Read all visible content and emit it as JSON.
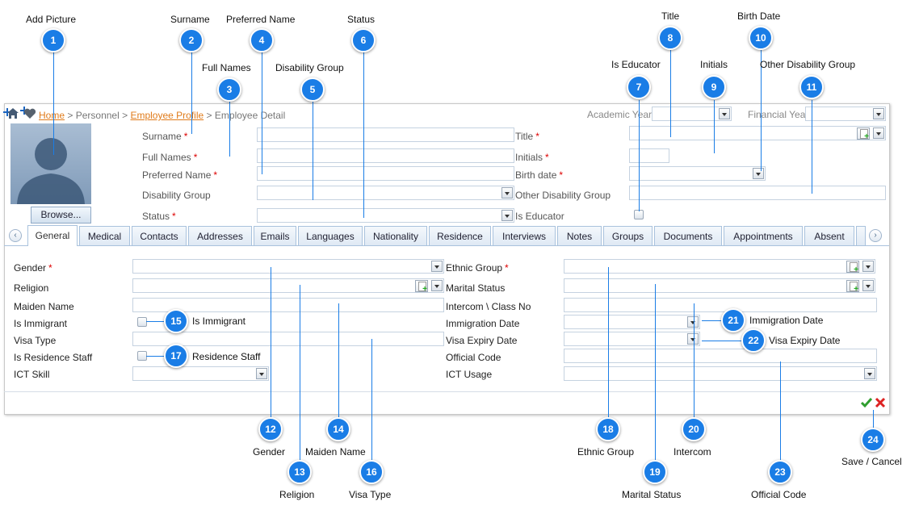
{
  "breadcrumb": {
    "home": "Home",
    "sep": ">",
    "personnel": "Personnel",
    "employee_profile": "Employee Profile",
    "employee_detail": "Employee Detail"
  },
  "top_selectors": {
    "academic_year": "Academic Year",
    "financial_year": "Financial Year"
  },
  "photo": {
    "browse_label": "Browse..."
  },
  "header_fields": {
    "surname": "Surname",
    "full_names": "Full Names",
    "preferred_name": "Preferred Name",
    "disability_group": "Disability Group",
    "status": "Status",
    "title": "Title",
    "initials": "Initials",
    "birth_date": "Birth date",
    "other_disability_group": "Other Disability Group",
    "is_educator": "Is Educator",
    "required_mark": "*"
  },
  "tabs": [
    "General",
    "Medical",
    "Contacts",
    "Addresses",
    "Emails",
    "Languages",
    "Nationality",
    "Residence",
    "Interviews",
    "Notes",
    "Groups",
    "Documents",
    "Appointments",
    "Absent"
  ],
  "general": {
    "gender": "Gender",
    "religion": "Religion",
    "maiden_name": "Maiden Name",
    "is_immigrant": "Is Immigrant",
    "visa_type": "Visa Type",
    "is_residence_staff": "Is Residence Staff",
    "ict_skill": "ICT Skill",
    "ethnic_group": "Ethnic Group",
    "marital_status": "Marital Status",
    "intercom": "Intercom \\ Class No",
    "immigration_date": "Immigration Date",
    "visa_expiry_date": "Visa Expiry Date",
    "official_code": "Official Code",
    "ict_usage": "ICT Usage"
  },
  "callouts": {
    "c1": {
      "num": "1",
      "text": "Add Picture"
    },
    "c2": {
      "num": "2",
      "text": "Surname"
    },
    "c3": {
      "num": "3",
      "text": "Full Names"
    },
    "c4": {
      "num": "4",
      "text": "Preferred Name"
    },
    "c5": {
      "num": "5",
      "text": "Disability Group"
    },
    "c6": {
      "num": "6",
      "text": "Status"
    },
    "c7": {
      "num": "7",
      "text": "Is Educator"
    },
    "c8": {
      "num": "8",
      "text": "Title"
    },
    "c9": {
      "num": "9",
      "text": "Initials"
    },
    "c10": {
      "num": "10",
      "text": "Birth Date"
    },
    "c11": {
      "num": "11",
      "text": "Other Disability Group"
    },
    "c12": {
      "num": "12",
      "text": "Gender"
    },
    "c13": {
      "num": "13",
      "text": "Religion"
    },
    "c14": {
      "num": "14",
      "text": "Maiden Name"
    },
    "c15": {
      "num": "15",
      "text": "Is Immigrant"
    },
    "c16": {
      "num": "16",
      "text": "Visa Type"
    },
    "c17": {
      "num": "17",
      "text": "Residence Staff"
    },
    "c18": {
      "num": "18",
      "text": "Ethnic Group"
    },
    "c19": {
      "num": "19",
      "text": "Marital Status"
    },
    "c20": {
      "num": "20",
      "text": "Intercom"
    },
    "c21": {
      "num": "21",
      "text": "Immigration Date"
    },
    "c22": {
      "num": "22",
      "text": "Visa Expiry Date"
    },
    "c23": {
      "num": "23",
      "text": "Official Code"
    },
    "c24": {
      "num": "24",
      "text": "Save / Cancel"
    }
  },
  "colors": {
    "callout": "#1a7de6",
    "link": "#e07b1a",
    "required": "#dd0000"
  }
}
